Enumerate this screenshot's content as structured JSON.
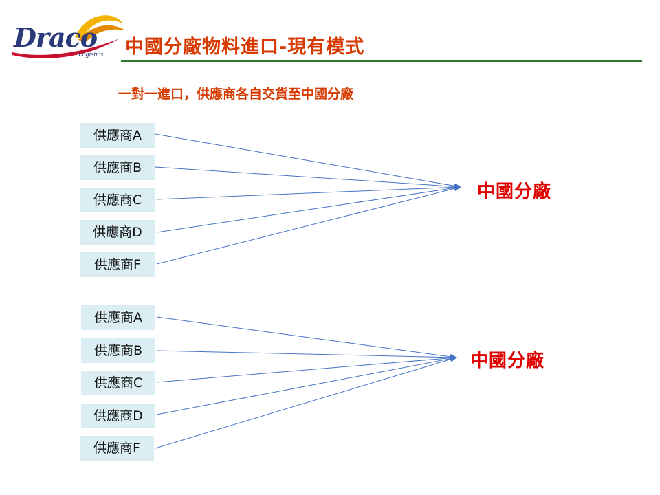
{
  "logo": {
    "name": "Draco",
    "tagline": "Logistics"
  },
  "title": "中國分廠物料進口-現有模式",
  "subtitle": "一對一進口，供應商各自交貨至中國分廠",
  "colors": {
    "title": "#d63a00",
    "rule": "#2e7a2e",
    "box": "#dbeef3",
    "line": "#4472c4",
    "factory": "#e00000"
  },
  "groups": [
    {
      "suppliers": [
        "供應商A",
        "供應商B",
        "供應商C",
        "供應商D",
        "供應商F"
      ],
      "factory": "中國分廠"
    },
    {
      "suppliers": [
        "供應商A",
        "供應商B",
        "供應商C",
        "供應商D",
        "供應商F"
      ],
      "factory": "中國分廠"
    }
  ]
}
